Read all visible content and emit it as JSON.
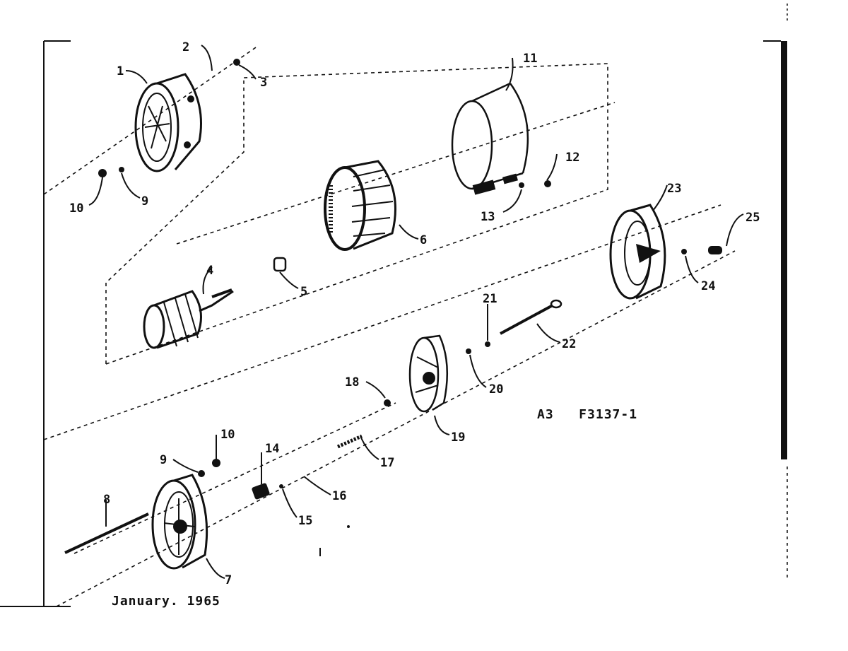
{
  "figure_code": "A3   F3137-1",
  "date": "January. 1965",
  "callouts": {
    "c1": "1",
    "c2": "2",
    "c3": "3",
    "c4": "4",
    "c5": "5",
    "c6": "6",
    "c7": "7",
    "c8": "8",
    "c9a": "9",
    "c10a": "10",
    "c9b": "9",
    "c10b": "10",
    "c11": "11",
    "c12": "12",
    "c13": "13",
    "c14": "14",
    "c15": "15",
    "c16": "16",
    "c17": "17",
    "c18": "18",
    "c19": "19",
    "c20": "20",
    "c21": "21",
    "c22": "22",
    "c23": "23",
    "c24": "24",
    "c25": "25"
  },
  "colors": {
    "ink": "#111111",
    "paper": "#ffffff"
  }
}
